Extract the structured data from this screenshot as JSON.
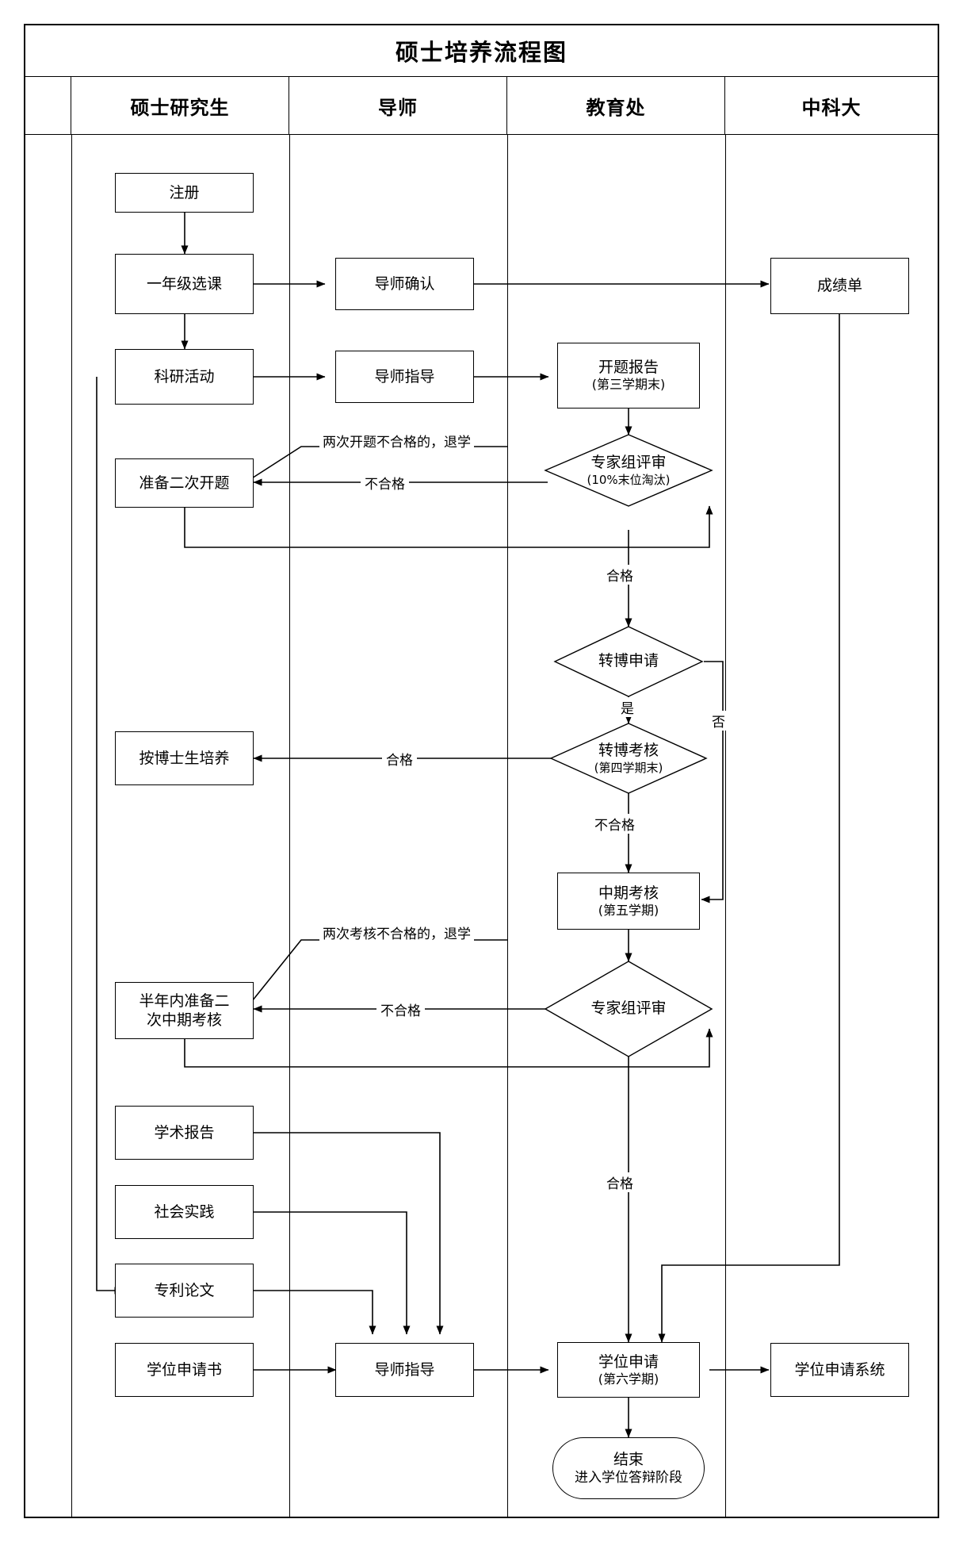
{
  "title": "硕士培养流程图",
  "lanes": [
    {
      "label": ""
    },
    {
      "label": "硕士研究生"
    },
    {
      "label": "导师"
    },
    {
      "label": "教育处"
    },
    {
      "label": "中科大"
    }
  ],
  "nodes": {
    "register": {
      "label": "注册"
    },
    "year1_courses": {
      "label": "一年级选课"
    },
    "advisor_confirm": {
      "label": "导师确认"
    },
    "transcript": {
      "label": "成绩单"
    },
    "research": {
      "label": "科研活动"
    },
    "advisor_guide1": {
      "label": "导师指导"
    },
    "proposal": {
      "label": "开题报告",
      "sub": "(第三学期末)"
    },
    "prepare_2nd": {
      "label": "准备二次开题"
    },
    "expert_review1": {
      "label": "专家组评审",
      "sub": "(10%末位淘汰)"
    },
    "phd_apply": {
      "label": "转博申请"
    },
    "phd_exam": {
      "label": "转博考核",
      "sub": "(第四学期末)"
    },
    "train_as_phd": {
      "label": "按博士生培养"
    },
    "midterm": {
      "label": "中期考核",
      "sub": "(第五学期)"
    },
    "expert_review2": {
      "label": "专家组评审"
    },
    "prepare_2nd_mid": {
      "label": "半年内准备二",
      "sub": "次中期考核"
    },
    "academic_report": {
      "label": "学术报告"
    },
    "social_practice": {
      "label": "社会实践"
    },
    "patent_paper": {
      "label": "专利论文"
    },
    "degree_form": {
      "label": "学位申请书"
    },
    "advisor_guide2": {
      "label": "导师指导"
    },
    "degree_apply": {
      "label": "学位申请",
      "sub": "(第六学期)"
    },
    "degree_system": {
      "label": "学位申请系统"
    },
    "end": {
      "label": "结束",
      "sub": "进入学位答辩阶段"
    }
  },
  "edge_labels": {
    "fail_proposal": "不合格",
    "pass_proposal": "合格",
    "yes_phd": "是",
    "no_phd": "否",
    "pass_phd_exam": "合格",
    "fail_phd_exam": "不合格",
    "fail_midterm": "不合格",
    "pass_midterm": "合格"
  },
  "notes": {
    "two_fail_proposal": "两次开题不合格的，退学",
    "two_fail_midterm": "两次考核不合格的，退学"
  },
  "colors": {
    "stroke": "#000000",
    "background": "#ffffff"
  }
}
